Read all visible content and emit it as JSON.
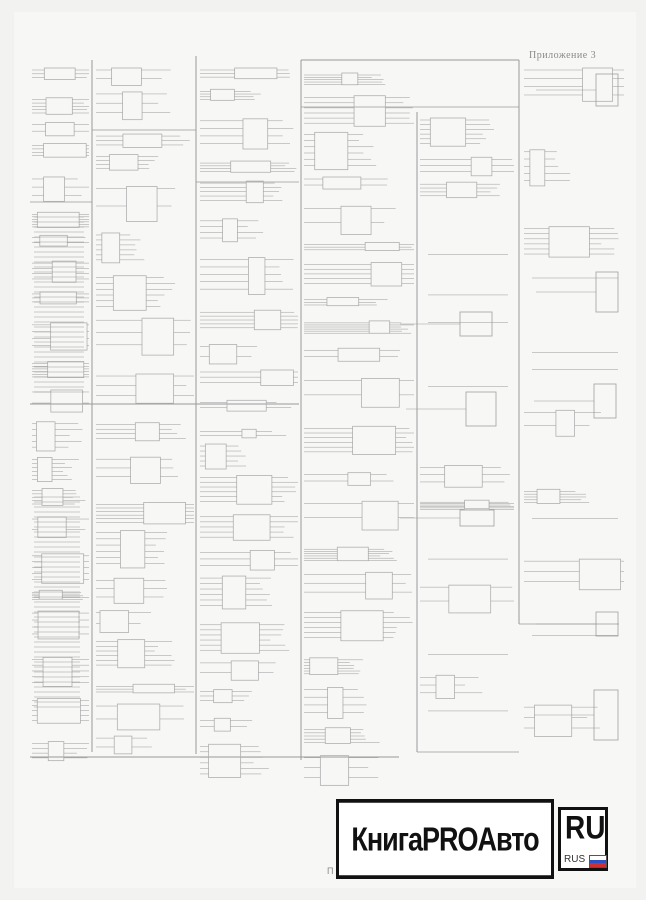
{
  "header": {
    "title": "Приложение 3"
  },
  "footer": {
    "page_mark": "П"
  },
  "logo": {
    "main_text": "КнигаPROАвто",
    "side_text": "RU",
    "sub_text": "RUS",
    "flag_colors": [
      "#ffffff",
      "#2f4fc4",
      "#d23030"
    ]
  },
  "colors": {
    "paper": "#f7f7f5",
    "line": "#9a9a9a",
    "component": "#b0b0b0"
  }
}
